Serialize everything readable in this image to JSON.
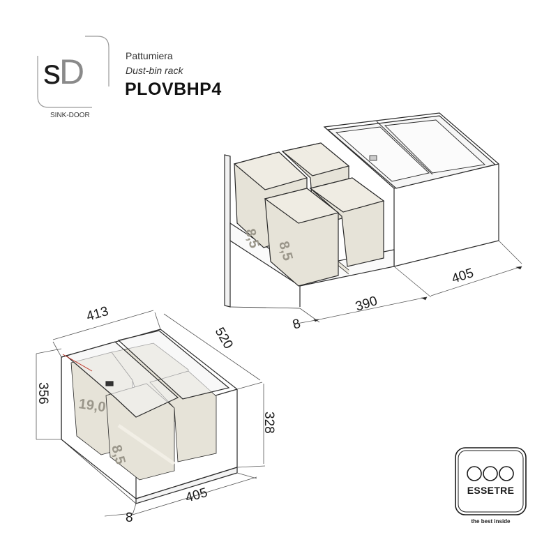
{
  "brand": {
    "logo_s": "s",
    "logo_d": "D",
    "logo_subtitle": "SINK-DOOR"
  },
  "product": {
    "name_it": "Pattumiera",
    "name_en": "Dust-bin rack",
    "code": "PLOVBHP4"
  },
  "drawing_open": {
    "bin_labels": [
      "8,5",
      "8,5"
    ],
    "dimensions": {
      "front_offset": "8",
      "extension": "390",
      "depth": "405"
    }
  },
  "drawing_closed": {
    "bin_labels": [
      "19,0",
      "8,5"
    ],
    "dimensions": {
      "width": "413",
      "length": "520",
      "height_total": "356",
      "height_body": "328",
      "depth": "405",
      "front_offset": "8"
    }
  },
  "manufacturer": {
    "name": "ESSETRE",
    "tagline": "the best inside",
    "icon": "three-circles-logo-icon"
  },
  "colors": {
    "bin_fill": "#e6e3d8",
    "line": "#2a2a2a",
    "dim_line": "#555555",
    "lid_fill": "#f4f4f4"
  }
}
